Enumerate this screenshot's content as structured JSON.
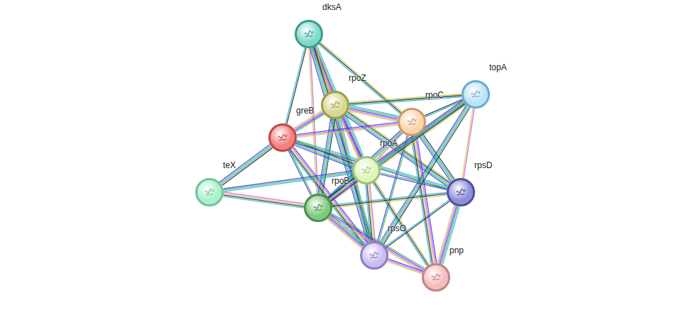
{
  "diagram": {
    "nodes": [
      {
        "text": [
          "dksA"
        ]
      },
      {
        "text": [
          "topA"
        ]
      },
      {
        "text": [
          "rpoZ"
        ]
      },
      {
        "text": [
          "rpoC"
        ]
      },
      {
        "text": [
          "greB"
        ]
      },
      {
        "text": [
          "rpoA"
        ]
      },
      {
        "text": [
          "teX"
        ]
      },
      {
        "text": [
          "rpsD"
        ]
      },
      {
        "text": [
          "rpoB"
        ]
      },
      {
        "text": [
          "rpsO"
        ]
      },
      {
        "text": [
          "pnp"
        ]
      }
    ],
    "edges": [
      {
        "from": 0,
        "to": 4,
        "arrow": "none"
      },
      {
        "from": 0,
        "to": 2,
        "arrow": "none"
      },
      {
        "from": 0,
        "to": 3,
        "arrow": "none"
      },
      {
        "from": 0,
        "to": 5,
        "arrow": "none"
      },
      {
        "from": 0,
        "to": 8,
        "arrow": "none"
      },
      {
        "from": 0,
        "to": 9,
        "arrow": "none"
      },
      {
        "from": 2,
        "to": 4,
        "arrow": "none"
      },
      {
        "from": 2,
        "to": 3,
        "arrow": "none"
      },
      {
        "from": 2,
        "to": 1,
        "arrow": "none"
      },
      {
        "from": 2,
        "to": 5,
        "arrow": "none"
      },
      {
        "from": 2,
        "to": 7,
        "arrow": "none"
      },
      {
        "from": 2,
        "to": 8,
        "arrow": "none"
      },
      {
        "from": 2,
        "to": 9,
        "arrow": "none"
      },
      {
        "from": 4,
        "to": 3,
        "arrow": "none"
      },
      {
        "from": 4,
        "to": 5,
        "arrow": "none"
      },
      {
        "from": 4,
        "to": 7,
        "arrow": "none"
      },
      {
        "from": 4,
        "to": 8,
        "arrow": "none"
      },
      {
        "from": 4,
        "to": 9,
        "arrow": "none"
      },
      {
        "from": 4,
        "to": 6,
        "arrow": "none"
      },
      {
        "from": 3,
        "to": 1,
        "arrow": "none"
      },
      {
        "from": 3,
        "to": 5,
        "arrow": "none"
      },
      {
        "from": 3,
        "to": 7,
        "arrow": "none"
      },
      {
        "from": 3,
        "to": 8,
        "arrow": "none"
      },
      {
        "from": 3,
        "to": 9,
        "arrow": "none"
      },
      {
        "from": 3,
        "to": 10,
        "arrow": "none"
      },
      {
        "from": 1,
        "to": 5,
        "arrow": "none"
      },
      {
        "from": 1,
        "to": 7,
        "arrow": "none"
      },
      {
        "from": 1,
        "to": 8,
        "arrow": "none"
      },
      {
        "from": 1,
        "to": 9,
        "arrow": "none"
      },
      {
        "from": 5,
        "to": 7,
        "arrow": "none"
      },
      {
        "from": 5,
        "to": 8,
        "arrow": "none"
      },
      {
        "from": 5,
        "to": 9,
        "arrow": "none"
      },
      {
        "from": 5,
        "to": 10,
        "arrow": "none"
      },
      {
        "from": 5,
        "to": 6,
        "arrow": "none"
      },
      {
        "from": 7,
        "to": 8,
        "arrow": "none"
      },
      {
        "from": 7,
        "to": 9,
        "arrow": "none"
      },
      {
        "from": 7,
        "to": 10,
        "arrow": "none"
      },
      {
        "from": 6,
        "to": 8,
        "arrow": "none"
      },
      {
        "from": 8,
        "to": 9,
        "arrow": "none"
      },
      {
        "from": 8,
        "to": 10,
        "arrow": "none"
      },
      {
        "from": 9,
        "to": 10,
        "arrow": "none"
      }
    ]
  }
}
